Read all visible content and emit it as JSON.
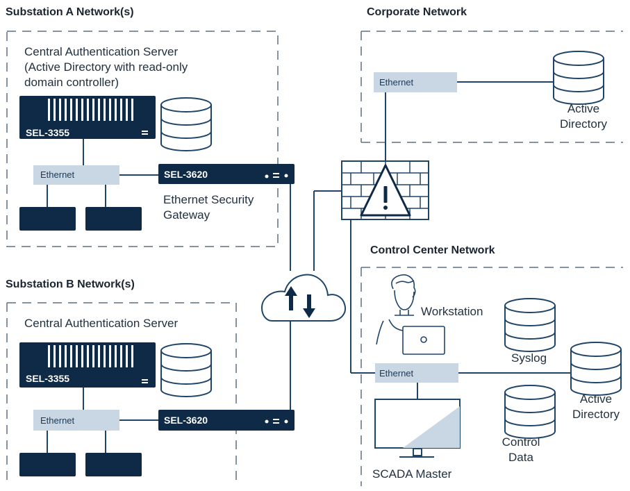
{
  "zones": {
    "substation_a": {
      "title": "Substation A Network(s)",
      "server_label": "Central Authentication Server\n(Active Directory with read-only\ndomain controller)",
      "server_device": "SEL-3355",
      "ethernet": "Ethernet",
      "gateway_device": "SEL-3620",
      "gateway_label": "Ethernet Security\nGateway"
    },
    "substation_b": {
      "title": "Substation B Network(s)",
      "server_label": "Central Authentication Server",
      "server_device": "SEL-3355",
      "ethernet": "Ethernet",
      "gateway_device": "SEL-3620"
    },
    "corporate": {
      "title": "Corporate Network",
      "ethernet": "Ethernet",
      "active_directory": "Active\nDirectory"
    },
    "control_center": {
      "title": "Control Center Network",
      "ethernet": "Ethernet",
      "workstation": "Workstation",
      "syslog": "Syslog",
      "active_directory": "Active\nDirectory",
      "control_data": "Control\nData",
      "scada": "SCADA Master"
    }
  },
  "icons": {
    "firewall": "firewall-warning-icon",
    "cloud": "cloud-exchange-icon",
    "database": "database-icon",
    "monitor": "monitor-icon",
    "person": "person-at-laptop-icon"
  },
  "colors": {
    "navy": "#0f2a47",
    "ethernet_fill": "#c9d6e3",
    "line": "#1f4468",
    "dash": "#5b6f82",
    "db_fill": "#ffffff"
  }
}
